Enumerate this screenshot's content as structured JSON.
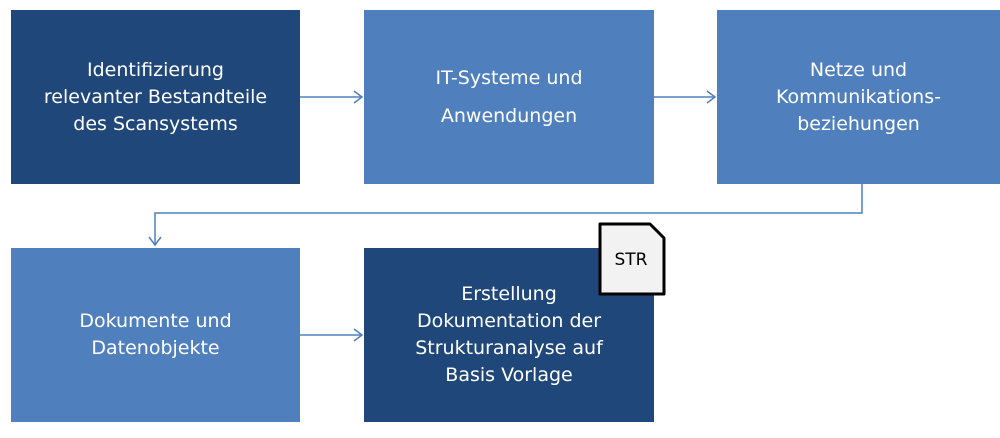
{
  "steps": [
    {
      "id": "identify",
      "label": "Identifizierung\nrelevanter Bestandteile\ndes Scansystems",
      "shade": "dark"
    },
    {
      "id": "it",
      "label": "IT-Systeme und\nAnwendungen",
      "shade": "light"
    },
    {
      "id": "networks",
      "label": "Netze und\nKommunikations-\nbeziehungen",
      "shade": "light"
    },
    {
      "id": "documents",
      "label": "Dokumente und\nDatenobjekte",
      "shade": "light"
    },
    {
      "id": "documentation",
      "label": "Erstellung\nDokumentation der\nStrukturanalyse auf\nBasis Vorlage",
      "shade": "dark"
    }
  ],
  "document_badge": {
    "label": "STR",
    "icon": "document-icon"
  },
  "colors": {
    "dark": "#1f477a",
    "light": "#4f80bd",
    "connector": "#4f80bd",
    "badge_fill": "#f2f2f2"
  }
}
